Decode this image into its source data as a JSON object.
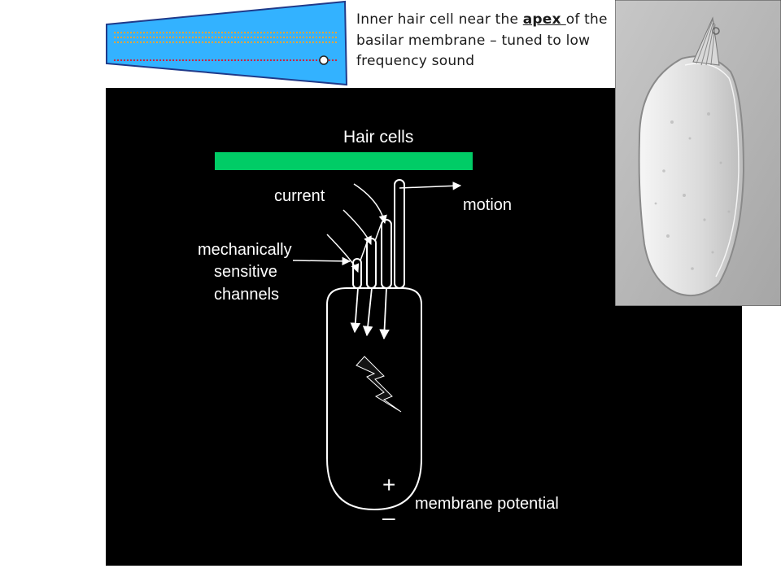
{
  "caption": {
    "prefix": "Inner hair cell near the ",
    "emphasis": "apex ",
    "suffix": "of the basilar membrane – tuned to low frequency sound"
  },
  "diagram": {
    "title": "Hair cells",
    "labels": {
      "current": "current",
      "motion": "motion",
      "channels_line1": "mechanically",
      "channels_line2": "sensitive",
      "channels_line3": "channels",
      "plus": "+",
      "minus": "–",
      "membrane_potential": "membrane potential"
    }
  },
  "colors": {
    "wedge_fill": "#33b2ff",
    "wedge_stroke": "#1f3a8a",
    "orange_dots": "#f2a43a",
    "red_dots": "#cc2244",
    "highlight_bar": "#00cc66",
    "panel_bg": "#000000"
  },
  "icons": {
    "membrane_marker": "circle-marker-icon",
    "depolarization": "lightning-bolt-icon"
  }
}
